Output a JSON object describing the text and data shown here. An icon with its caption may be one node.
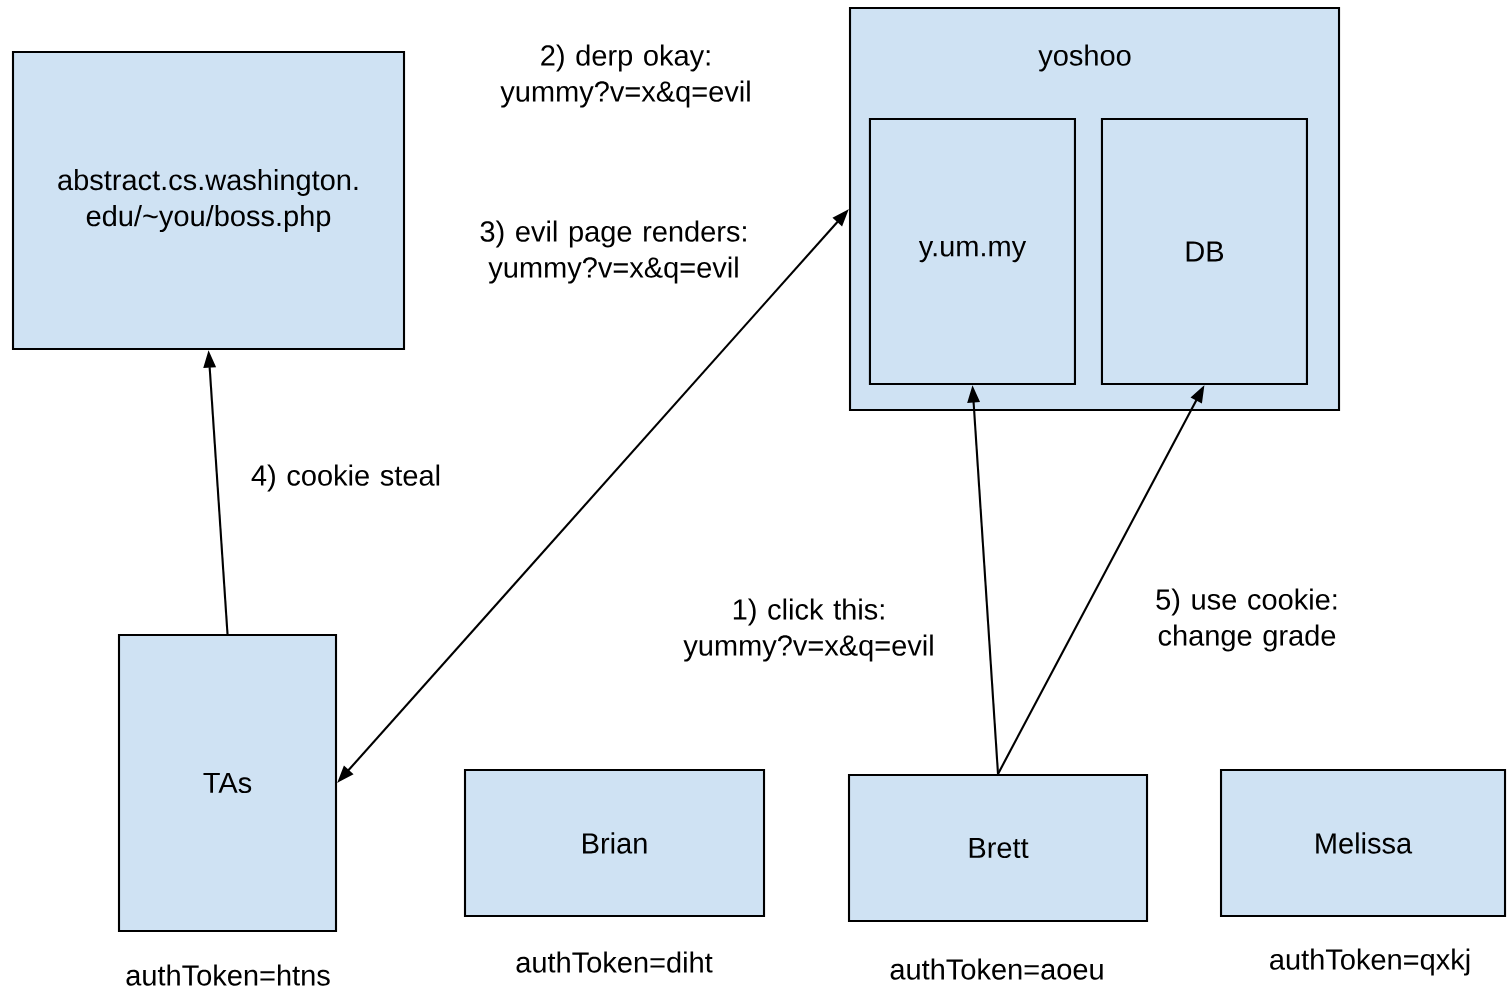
{
  "diagram": {
    "nodes": [
      {
        "text": [
          "abstract.cs.washington. edu/~you/boss.php"
        ]
      },
      {
        "text": [
          "yoshoo"
        ]
      },
      {
        "text": [
          "y.um.my"
        ],
        "in": 1
      },
      {
        "text": [
          "DB"
        ],
        "in": 1
      },
      {
        "text": [
          "TAs"
        ],
        "beside": [
          "authToken=htns"
        ]
      },
      {
        "text": [
          "Brian"
        ],
        "beside": [
          "authToken=diht"
        ]
      },
      {
        "text": [
          "Brett"
        ],
        "beside": [
          "authToken=aoeu"
        ]
      },
      {
        "text": [
          "Melissa"
        ],
        "beside": [
          "authToken=qxkj"
        ]
      }
    ],
    "edges": [
      {
        "from": 4,
        "to": 0,
        "arrow": "to",
        "label": "4) cookie steal"
      },
      {
        "from": 4,
        "to": 1,
        "arrow": "both",
        "label": "3) evil page renders: yummy?v=x&q=evil"
      },
      {
        "from": 6,
        "to": 2,
        "arrow": "to",
        "label": "1) click this: yummy?v=x&q=evil"
      },
      {
        "from": 6,
        "to": 3,
        "arrow": "to",
        "label": "5) use cookie: change grade"
      }
    ],
    "labels": [
      "2) derp okay: yummy?v=x&q=evil"
    ]
  }
}
